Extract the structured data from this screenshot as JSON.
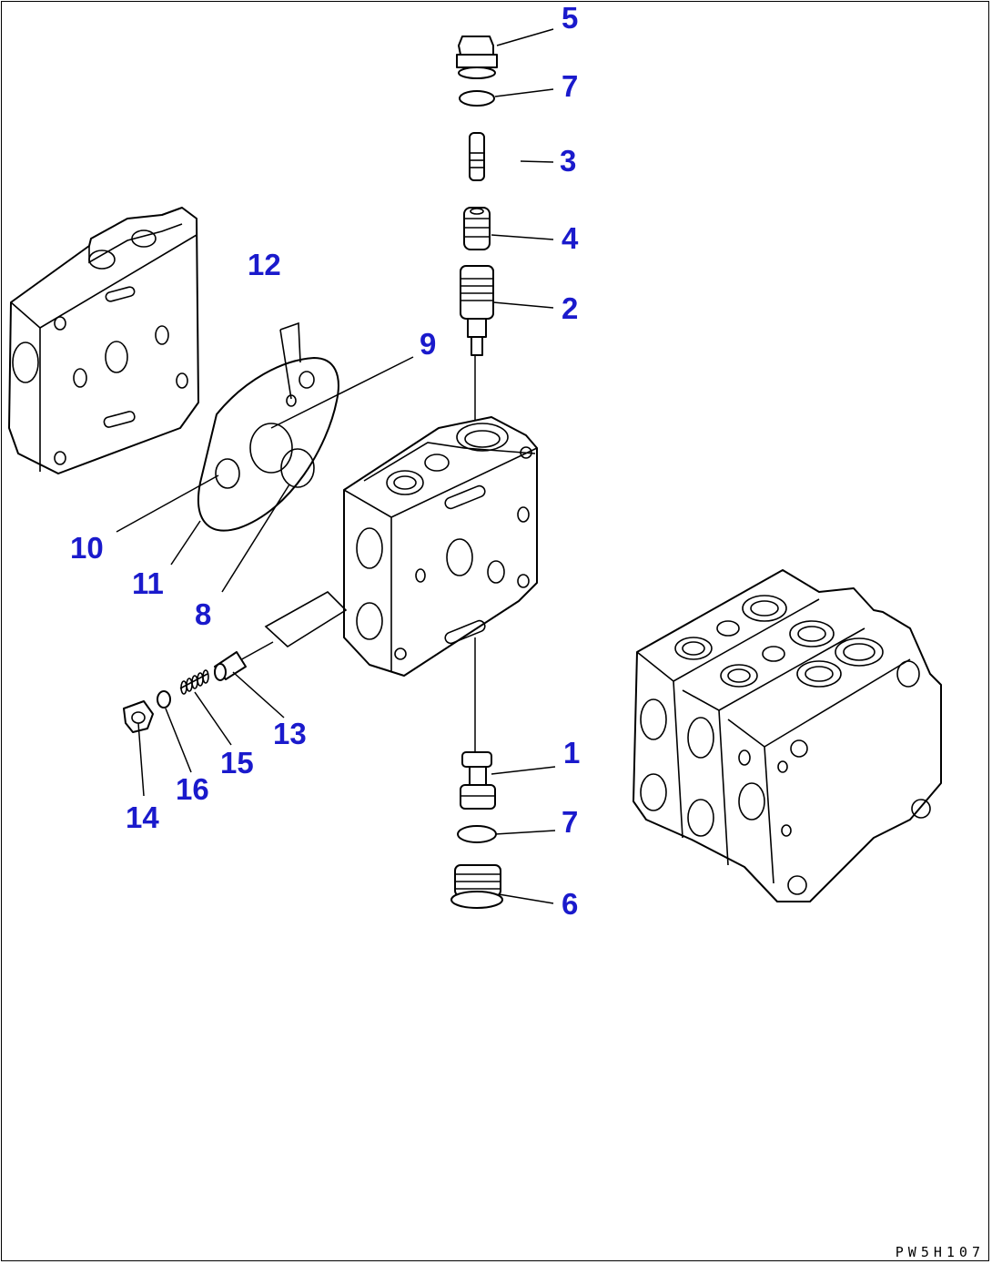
{
  "diagram": {
    "reference_code": "PW5H107",
    "callouts": [
      {
        "id": "c5",
        "label": "5"
      },
      {
        "id": "c7a",
        "label": "7"
      },
      {
        "id": "c3",
        "label": "3"
      },
      {
        "id": "c4",
        "label": "4"
      },
      {
        "id": "c2",
        "label": "2"
      },
      {
        "id": "c12",
        "label": "12"
      },
      {
        "id": "c9",
        "label": "9"
      },
      {
        "id": "c10",
        "label": "10"
      },
      {
        "id": "c11",
        "label": "11"
      },
      {
        "id": "c8",
        "label": "8"
      },
      {
        "id": "c13",
        "label": "13"
      },
      {
        "id": "c15",
        "label": "15"
      },
      {
        "id": "c16",
        "label": "16"
      },
      {
        "id": "c14",
        "label": "14"
      },
      {
        "id": "c1",
        "label": "1"
      },
      {
        "id": "c7b",
        "label": "7"
      },
      {
        "id": "c6",
        "label": "6"
      }
    ],
    "colors": {
      "callout": "#1a1acc",
      "line": "#000000"
    }
  }
}
